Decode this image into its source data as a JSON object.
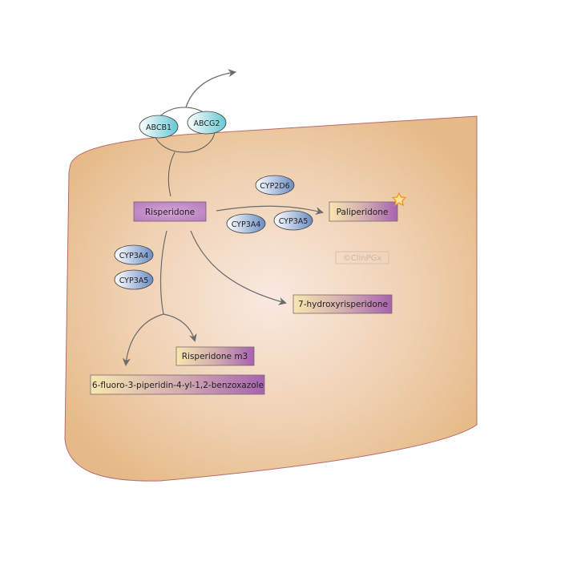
{
  "title": "Risperidone Pathway",
  "transporters": [
    {
      "id": "abcb1",
      "label": "ABCB1"
    },
    {
      "id": "abcg2",
      "label": "ABCG2"
    }
  ],
  "drug": {
    "label": "Risperidone"
  },
  "metabolites": [
    {
      "id": "paliperidone",
      "label": "Paliperidone",
      "active": true
    },
    {
      "id": "7-hydroxyrisperidone",
      "label": "7-hydroxyrisperidone"
    },
    {
      "id": "risperidone-m3",
      "label": "Risperidone m3"
    },
    {
      "id": "benzoxazole",
      "label": "6-fluoro-3-piperidin-4-yl-1,2-benzoxazole"
    }
  ],
  "enzymes": {
    "paliperidone_top": "CYP2D6",
    "paliperidone_bottom_1": "CYP3A4",
    "paliperidone_bottom_2": "CYP3A5",
    "m3_1": "CYP3A4",
    "m3_2": "CYP3A5"
  },
  "watermark": "©ClinPGx",
  "colors": {
    "cell_fill": "#e8bf8f",
    "cell_center": "#f7e4d6",
    "cell_border": "#b86b6b",
    "drug_fill": "#b97fbf",
    "metabolite_start": "#f8e3a8",
    "metabolite_end": "#a965b3",
    "transporter_start": "#ffffff",
    "transporter_end": "#6fcdd6",
    "enzyme_start": "#ffffff",
    "enzyme_end": "#6e8fc4",
    "star": "#f5a623",
    "arrow": "#6b6b6b"
  }
}
